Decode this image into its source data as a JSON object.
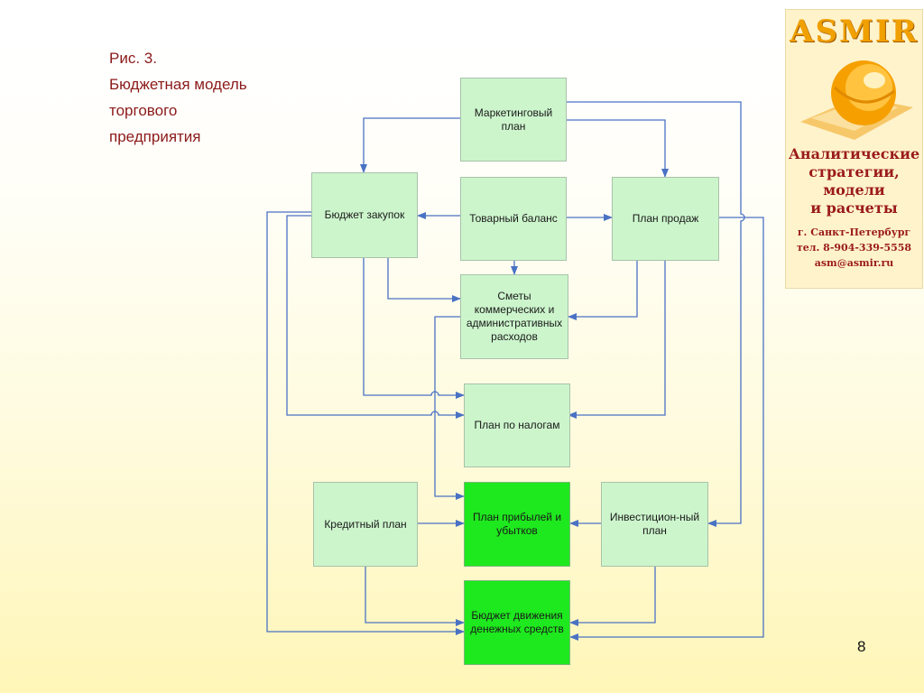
{
  "caption": {
    "line1": "Рис. 3.",
    "line2": "Бюджетная модель",
    "line3": "торгового",
    "line4": "предприятия"
  },
  "boxes": {
    "marketing": "Маркетинговый план",
    "purchases": "Бюджет закупок",
    "balance": "Товарный баланс",
    "sales": "План продаж",
    "expenses": "Сметы коммерческих и административных расходов",
    "taxes": "План по налогам",
    "credit": "Кредитный план",
    "profit": "План прибылей и убытков",
    "investment": "Инвестицион-ный план",
    "cashflow": "Бюджет движения денежных средств"
  },
  "logo": {
    "brand": "ASMIR",
    "sub1": "Аналитические",
    "sub2": "стратегии,",
    "sub3": "модели",
    "sub4": "и расчеты",
    "city": "г. Санкт-Петербург",
    "phone": "тел. 8-904-339-5558",
    "email": "asm@asmir.ru"
  },
  "page_number": "8",
  "colors": {
    "box_fill": "#ccf5cc",
    "box_highlight": "#1ee81e",
    "arrow": "#4a72c4",
    "caption": "#8b1a1a"
  }
}
